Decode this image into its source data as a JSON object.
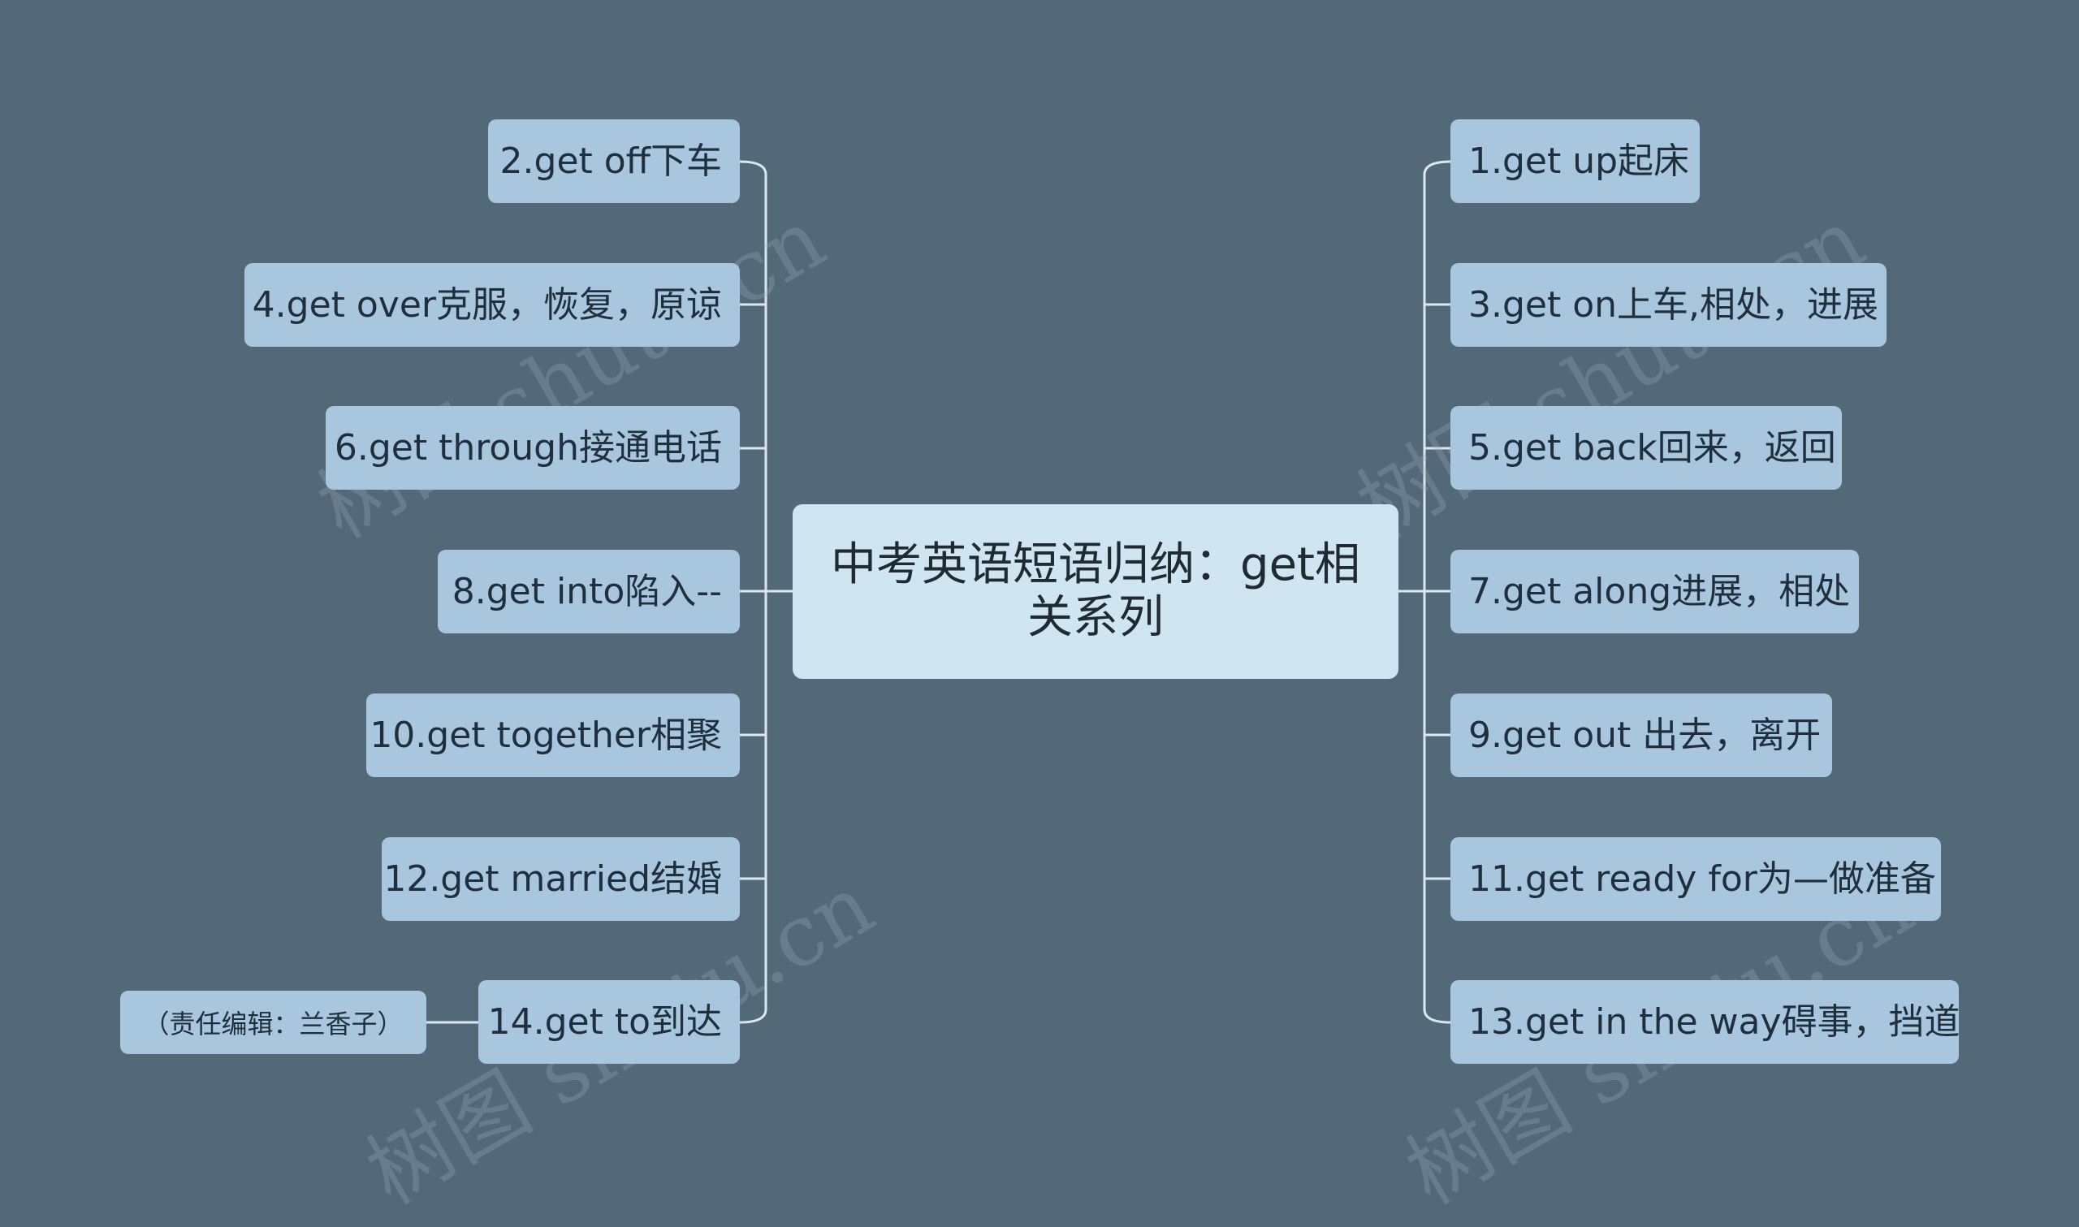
{
  "center_topic": "中考英语短语归纳：get相关系列",
  "left_branches": [
    "2.get off下车",
    "4.get over克服，恢复，原谅",
    "6.get through接通电话",
    "8.get into陷入--",
    "10.get together相聚",
    "12.get married结婚",
    "14.get to到达"
  ],
  "right_branches": [
    "1.get up起床",
    "3.get on上车,相处，进展",
    "5.get back回来，返回",
    "7.get along进展，相处",
    "9.get out 出去，离开",
    "11.get ready for为—做准备",
    "13.get in the way碍事，挡道"
  ],
  "note": "（责任编辑：兰香子）",
  "watermark": "树图 shutu.cn",
  "colors": {
    "background": "#536978",
    "node_fill": "#a8c6dd",
    "center_fill": "#d0e5f2",
    "connector": "#dbe7ef"
  }
}
